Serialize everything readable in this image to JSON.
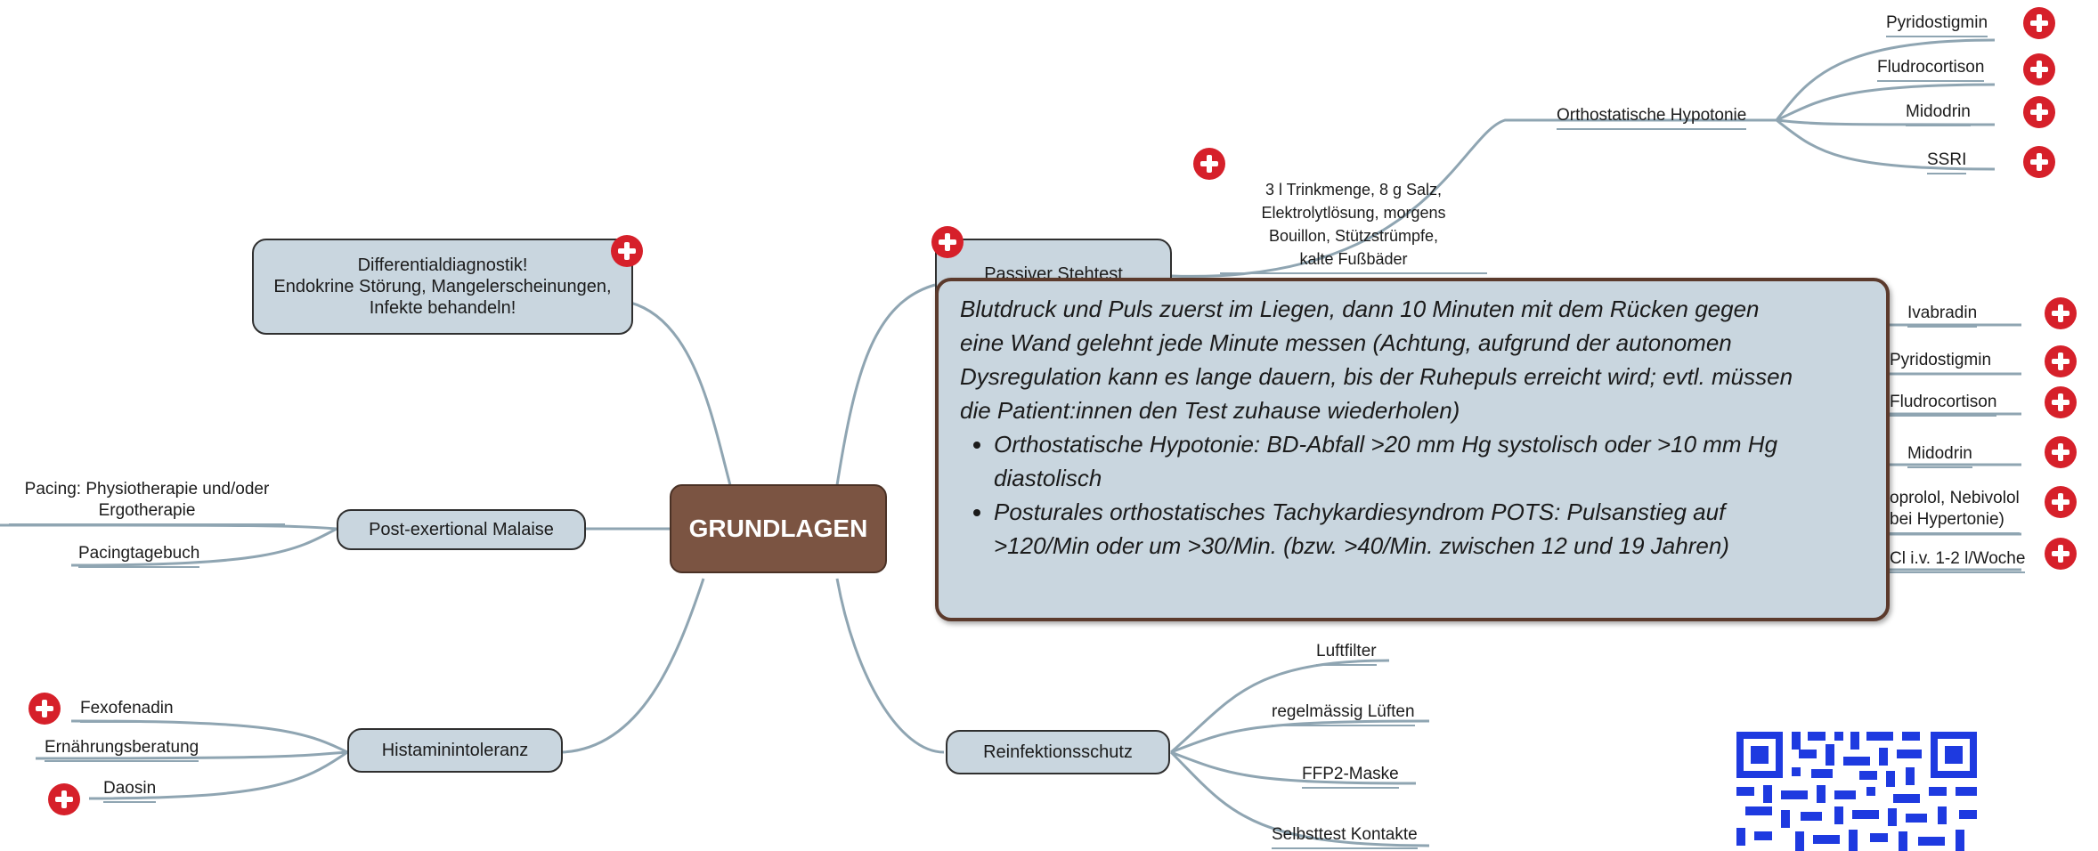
{
  "root": {
    "label": "GRUNDLAGEN"
  },
  "differential": {
    "line1": "Differentialdiagnostik!",
    "line2": "Endokrine Störung, Mangelerscheinungen,",
    "line3": "Infekte behandeln!"
  },
  "pem": {
    "label": "Post-exertional Malaise",
    "leaf1_line1": "Pacing: Physiotherapie und/oder",
    "leaf1_line2": "Ergotherapie",
    "leaf2": "Pacingtagebuch"
  },
  "histamin": {
    "label": "Histaminintoleranz",
    "leaves": [
      "Fexofenadin",
      "Ernährungsberatung",
      "Daosin"
    ]
  },
  "reinfektion": {
    "label": "Reinfektionsschutz",
    "leaves": [
      "Luftfilter",
      "regelmässig Lüften",
      "FFP2-Maske",
      "Selbsttest Kontakte"
    ]
  },
  "stehtest": {
    "label": "Passiver Stehtest"
  },
  "volume": {
    "line1": "3 l Trinkmenge, 8 g Salz,",
    "line2": "Elektrolytlösung, morgens",
    "line3": "Bouillon, Stützstrümpfe,",
    "line4": "kalte Fußbäder"
  },
  "ortho": {
    "label": "Orthostatische Hypotonie",
    "leaves": [
      "Pyridostigmin",
      "Fludrocortison",
      "Midodrin",
      "SSRI"
    ]
  },
  "pots_meds": {
    "leaves": [
      "Ivabradin",
      "Pyridostigmin",
      "Fludrocortison",
      "Midodrin",
      "oprolol, Nebivolol",
      "bei Hypertonie)",
      "Cl i.v. 1-2 l/Woche"
    ]
  },
  "tooltip": {
    "line1": "Blutdruck und Puls zuerst im Liegen, dann 10 Minuten mit dem Rücken gegen",
    "line2": "eine Wand gelehnt jede Minute messen (Achtung, aufgrund der autonomen",
    "line3": "Dysregulation kann es lange dauern, bis der Ruhepuls erreicht wird; evtl. müssen",
    "line4": "die Patient:innen den Test zuhause wiederholen)",
    "bullet1_line1": "Orthostatische Hypotonie: BD-Abfall >20 mm Hg systolisch oder >10 mm Hg",
    "bullet1_line2": "diastolisch",
    "bullet2_line1": "Posturales orthostatisches Tachykardiesyndrom POTS: Pulsanstieg auf",
    "bullet2_line2": ">120/Min oder um >30/Min. (bzw. >40/Min. zwischen 12 und 19 Jahren)"
  },
  "colors": {
    "link": "#8fa5b2",
    "node_fill": "#c9d6df",
    "root_fill": "#7b5442",
    "plus": "#d6202a",
    "qr": "#1e3ae0"
  }
}
